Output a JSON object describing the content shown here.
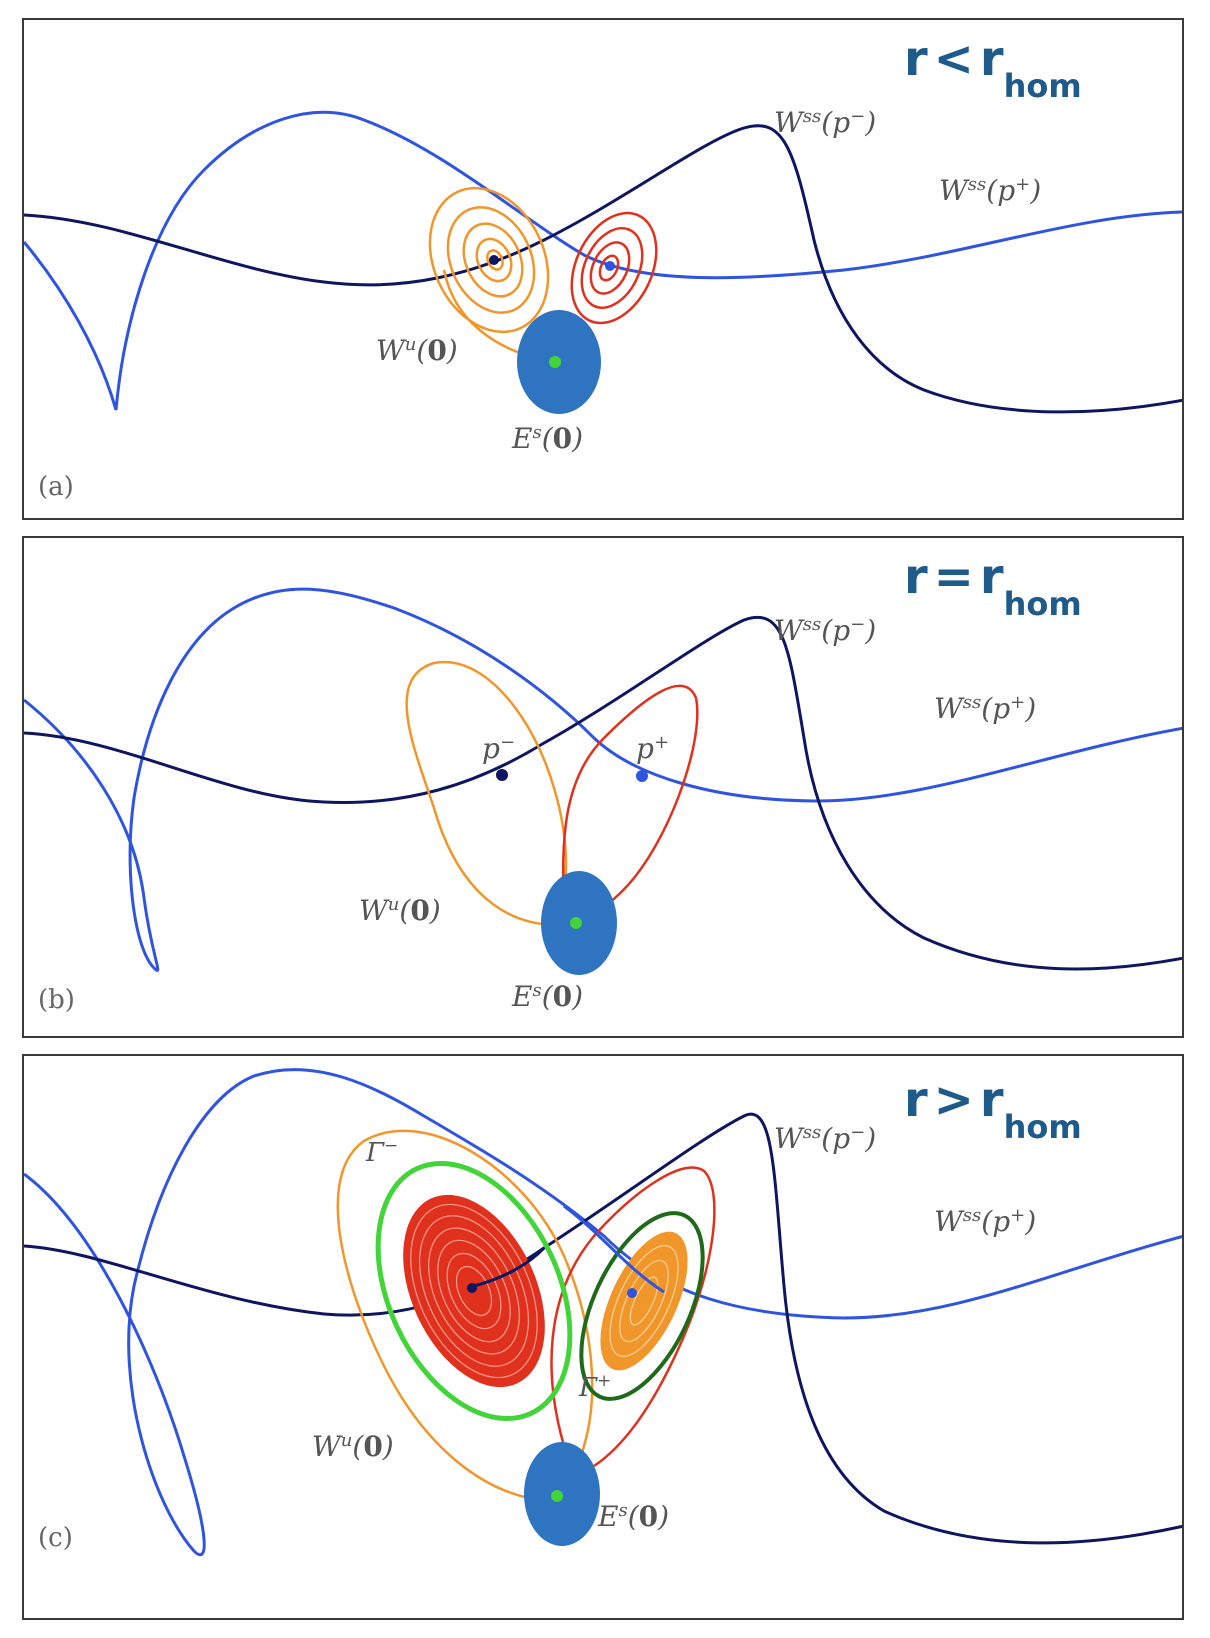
{
  "colors": {
    "blue_curve": "#2f54e0",
    "navy_curve": "#0f1660",
    "orange": "#f0962a",
    "red": "#e0311e",
    "green": "#43d43a",
    "dark_green": "#1f6a1a",
    "disk": "#2e74c0",
    "handwriting": "#1e5a8a"
  },
  "labels": {
    "wss_minus": {
      "main": "W",
      "sup": "ss",
      "arg": "(p",
      "argsup": "−",
      "close": ")"
    },
    "wss_plus": {
      "main": "W",
      "sup": "ss",
      "arg": "(p",
      "argsup": "+",
      "close": ")"
    },
    "wu": {
      "main": "W",
      "sup": "u",
      "arg": "(",
      "bold": "0",
      "close": ")"
    },
    "es": {
      "main": "E",
      "sup": "s",
      "arg": "(",
      "bold": "0",
      "close": ")"
    },
    "p_minus": {
      "main": "p",
      "sup": "−"
    },
    "p_plus": {
      "main": "p",
      "sup": "+"
    },
    "gamma_minus": {
      "main": "Γ",
      "sup": "−"
    },
    "gamma_plus": {
      "main": "Γ",
      "sup": "+"
    }
  },
  "panels": [
    {
      "tag": "(a)",
      "note_r": "r",
      "note_rel": "<",
      "note_rhs": "r",
      "note_sub": "hom"
    },
    {
      "tag": "(b)",
      "note_r": "r",
      "note_rel": "=",
      "note_rhs": "r",
      "note_sub": "hom"
    },
    {
      "tag": "(c)",
      "note_r": "r",
      "note_rel": ">",
      "note_rhs": "r",
      "note_sub": "hom"
    }
  ]
}
